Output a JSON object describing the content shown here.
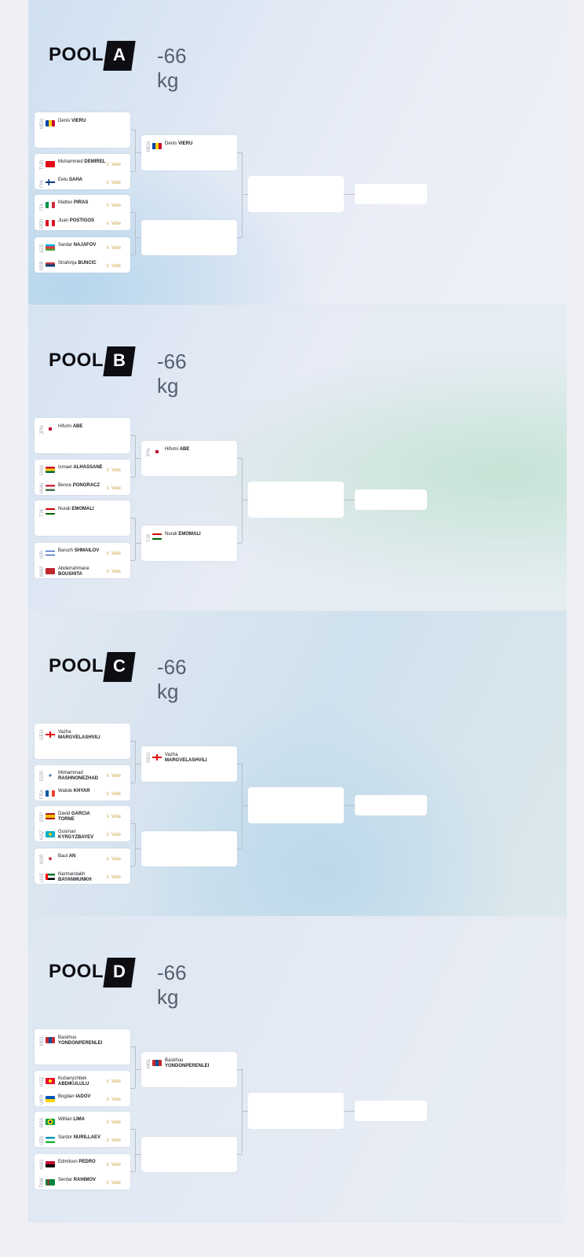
{
  "vote_label": "Vote",
  "pools": [
    {
      "word": "POOL",
      "letter": "A",
      "weight": "-66 kg",
      "r1": [
        {
          "type": "bye",
          "player": {
            "cc": "MDA",
            "first": "Denis",
            "last": "VIERU",
            "flag": "mda"
          }
        },
        {
          "type": "match",
          "players": [
            {
              "cc": "TUR",
              "first": "Muhammed",
              "last": "DEMIREL",
              "flag": "tur"
            },
            {
              "cc": "FIN",
              "first": "Eetu",
              "last": "SAHA",
              "flag": "fin"
            }
          ]
        },
        {
          "type": "match",
          "players": [
            {
              "cc": "ITA",
              "first": "Matteo",
              "last": "PIRAS",
              "flag": "ita"
            },
            {
              "cc": "PER",
              "first": "Juan",
              "last": "POSTIGOS",
              "flag": "per"
            }
          ]
        },
        {
          "type": "match",
          "players": [
            {
              "cc": "AZE",
              "first": "Sardar",
              "last": "NAJAFOV",
              "flag": "aze"
            },
            {
              "cc": "SRB",
              "first": "Strahinja",
              "last": "BUNCIC",
              "flag": "srb"
            }
          ]
        }
      ],
      "r2": [
        {
          "cc": "MDA",
          "first": "Denis",
          "last": "VIERU",
          "flag": "mda"
        },
        null
      ]
    },
    {
      "word": "POOL",
      "letter": "B",
      "weight": "-66 kg",
      "r1": [
        {
          "type": "bye",
          "player": {
            "cc": "JPN",
            "first": "Hifumi",
            "last": "ABE",
            "flag": "jpn"
          }
        },
        {
          "type": "match",
          "players": [
            {
              "cc": "GHA",
              "first": "Ismael",
              "last": "ALHASSANE",
              "flag": "gha"
            },
            {
              "cc": "HUN",
              "first": "Bence",
              "last": "PONGRACZ",
              "flag": "hun"
            }
          ]
        },
        {
          "type": "bye",
          "player": {
            "cc": "TJK",
            "first": "Nurali",
            "last": "EMOMALI",
            "flag": "tjk"
          }
        },
        {
          "type": "match",
          "players": [
            {
              "cc": "ISR",
              "first": "Baruch",
              "last": "SHMAILOV",
              "flag": "isr"
            },
            {
              "cc": "MAR",
              "first": "Abderrahmane",
              "last": "BOUSHITA",
              "flag": "mar"
            }
          ]
        }
      ],
      "r2": [
        {
          "cc": "JPN",
          "first": "Hifumi",
          "last": "ABE",
          "flag": "jpn"
        },
        {
          "cc": "TJK",
          "first": "Nurali",
          "last": "EMOMALI",
          "flag": "tjk"
        }
      ]
    },
    {
      "word": "POOL",
      "letter": "C",
      "weight": "-66 kg",
      "r1": [
        {
          "type": "bye",
          "player": {
            "cc": "GEO",
            "first": "Vazha",
            "last": "MARGVELASHVILI",
            "flag": "geo"
          }
        },
        {
          "type": "match",
          "players": [
            {
              "cc": "EOR",
              "first": "Mohammad",
              "last": "RASHNONEZHAD",
              "flag": "eor"
            },
            {
              "cc": "FRA",
              "first": "Walide",
              "last": "KHYAR",
              "flag": "fra"
            }
          ]
        },
        {
          "type": "match",
          "players": [
            {
              "cc": "ESP",
              "first": "David",
              "last": "GARCIA TORNE",
              "flag": "esp"
            },
            {
              "cc": "KAZ",
              "first": "Gusman",
              "last": "KYRGYZBAYEV",
              "flag": "kaz"
            }
          ]
        },
        {
          "type": "match",
          "players": [
            {
              "cc": "KOR",
              "first": "Baul",
              "last": "AN",
              "flag": "kor"
            },
            {
              "cc": "UAE",
              "first": "Narmandakh",
              "last": "BAYANMUNKH",
              "flag": "uae"
            }
          ]
        }
      ],
      "r2": [
        {
          "cc": "GEO",
          "first": "Vazha",
          "last": "MARGVELASHVILI",
          "flag": "geo"
        },
        null
      ]
    },
    {
      "word": "POOL",
      "letter": "D",
      "weight": "-66 kg",
      "r1": [
        {
          "type": "bye",
          "player": {
            "cc": "MGL",
            "first": "Baskhuu",
            "last": "YONDONPERENLEI",
            "flag": "mgl"
          }
        },
        {
          "type": "match",
          "players": [
            {
              "cc": "KGZ",
              "first": "Kubanychbek",
              "last": "ABDIKULULU",
              "flag": "kgz"
            },
            {
              "cc": "UKR",
              "first": "Bogdan",
              "last": "IADOV",
              "flag": "ukr"
            }
          ]
        },
        {
          "type": "match",
          "players": [
            {
              "cc": "BRA",
              "first": "Willian",
              "last": "LIMA",
              "flag": "bra"
            },
            {
              "cc": "UZB",
              "first": "Sardor",
              "last": "NURILLAEV",
              "flag": "uzb"
            }
          ]
        },
        {
          "type": "match",
          "players": [
            {
              "cc": "ANG",
              "first": "Edmilson",
              "last": "PEDRO",
              "flag": "ang"
            },
            {
              "cc": "TKM",
              "first": "Serdar",
              "last": "RAHIMOV",
              "flag": "tkm"
            }
          ]
        }
      ],
      "r2": [
        {
          "cc": "MGL",
          "first": "Baskhuu",
          "last": "YONDONPERENLEI",
          "flag": "mgl"
        },
        null
      ]
    }
  ]
}
